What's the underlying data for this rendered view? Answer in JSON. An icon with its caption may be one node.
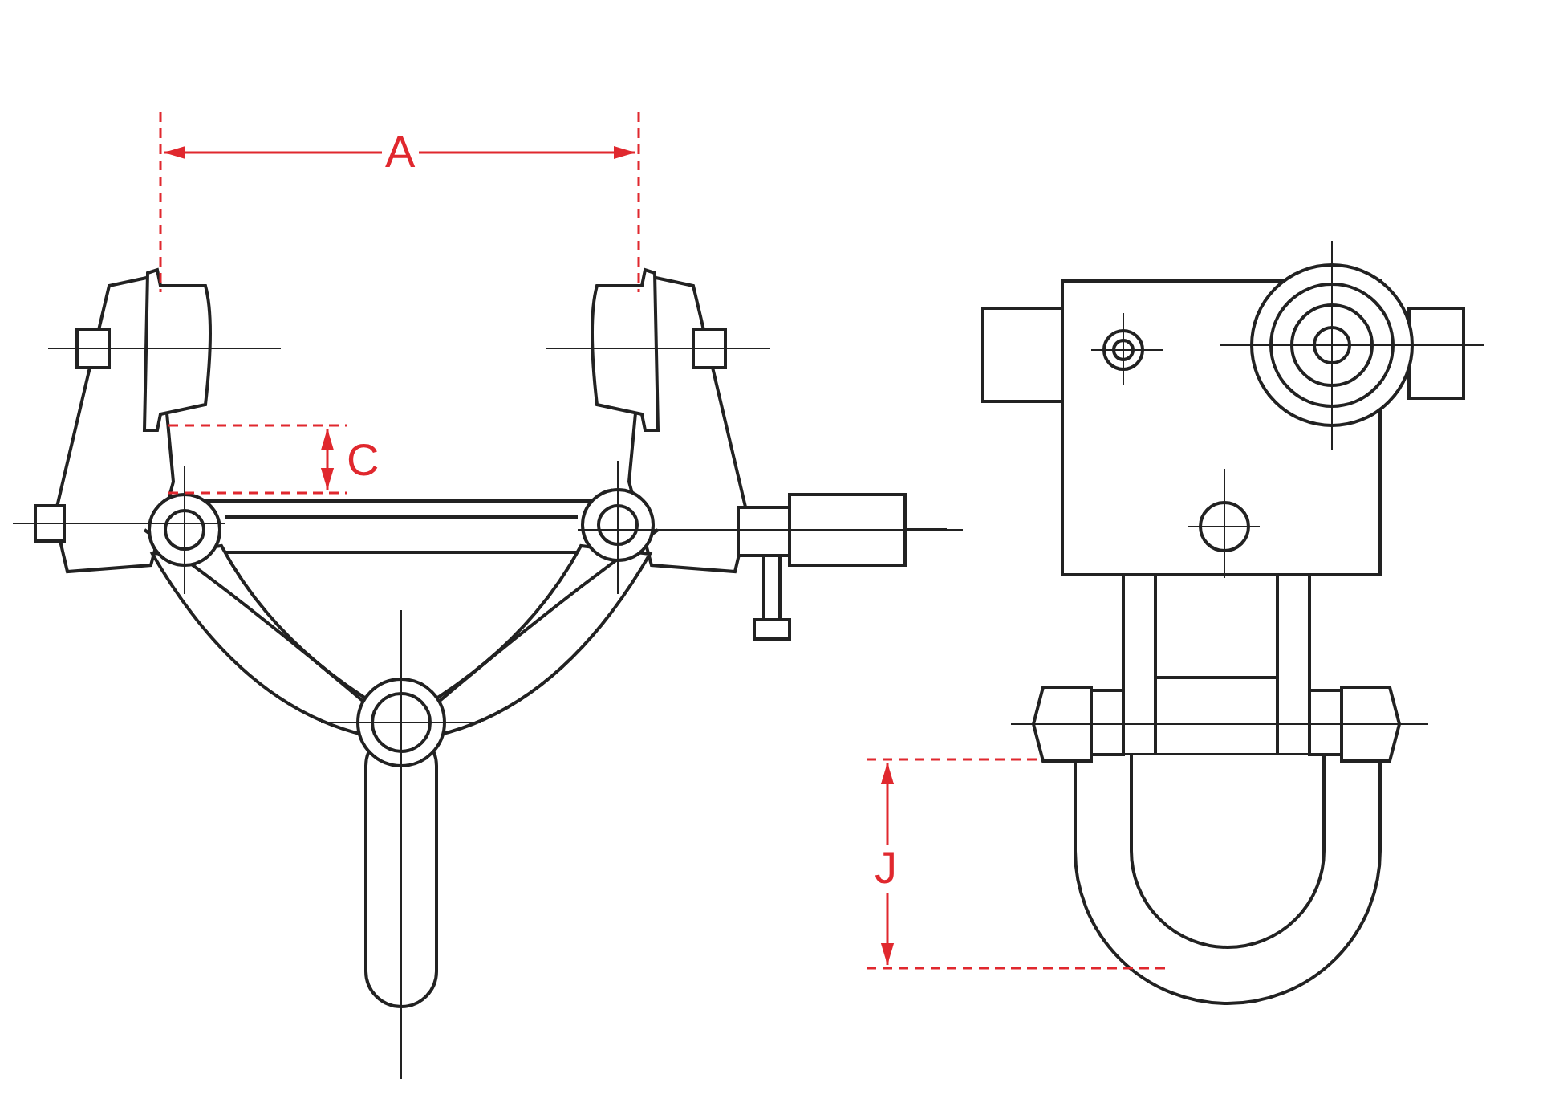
{
  "diagram": {
    "labels": [
      "A",
      "C",
      "J"
    ]
  }
}
